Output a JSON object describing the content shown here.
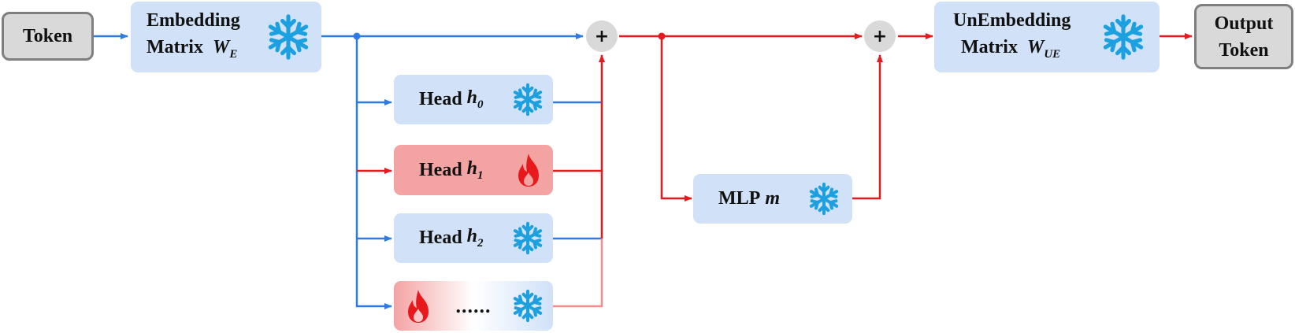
{
  "input_token": "Token",
  "embedding": {
    "line1": "Embedding",
    "line2": "Matrix",
    "var": "W",
    "sub": "E",
    "status_icon": "snowflake-icon"
  },
  "sum_symbol": "+",
  "heads": [
    {
      "label": "Head",
      "var": "h",
      "sub": "0",
      "status_icon": "snowflake-icon"
    },
    {
      "label": "Head",
      "var": "h",
      "sub": "1",
      "status_icon": "flame-icon"
    },
    {
      "label": "Head",
      "var": "h",
      "sub": "2",
      "status_icon": "snowflake-icon"
    }
  ],
  "more_heads": {
    "ellipsis": "......",
    "status_icons": [
      "flame-icon",
      "snowflake-icon"
    ]
  },
  "mlp": {
    "label": "MLP",
    "var": "m",
    "status_icon": "snowflake-icon"
  },
  "unembedding": {
    "line1": "UnEmbedding",
    "line2": "Matrix",
    "var": "W",
    "sub": "UE",
    "status_icon": "snowflake-icon"
  },
  "output_token": {
    "line1": "Output",
    "line2": "Token"
  },
  "colors": {
    "frozen_path": "#2e7be6",
    "trained_path": "#e8191d",
    "fade_path": "#f08e8e",
    "snowflake": "#1da0e0",
    "flame": "#e8191d",
    "box_blue": "#d0e1f8",
    "box_red": "#f4a3a3",
    "box_gray": "#d9d9d9"
  }
}
